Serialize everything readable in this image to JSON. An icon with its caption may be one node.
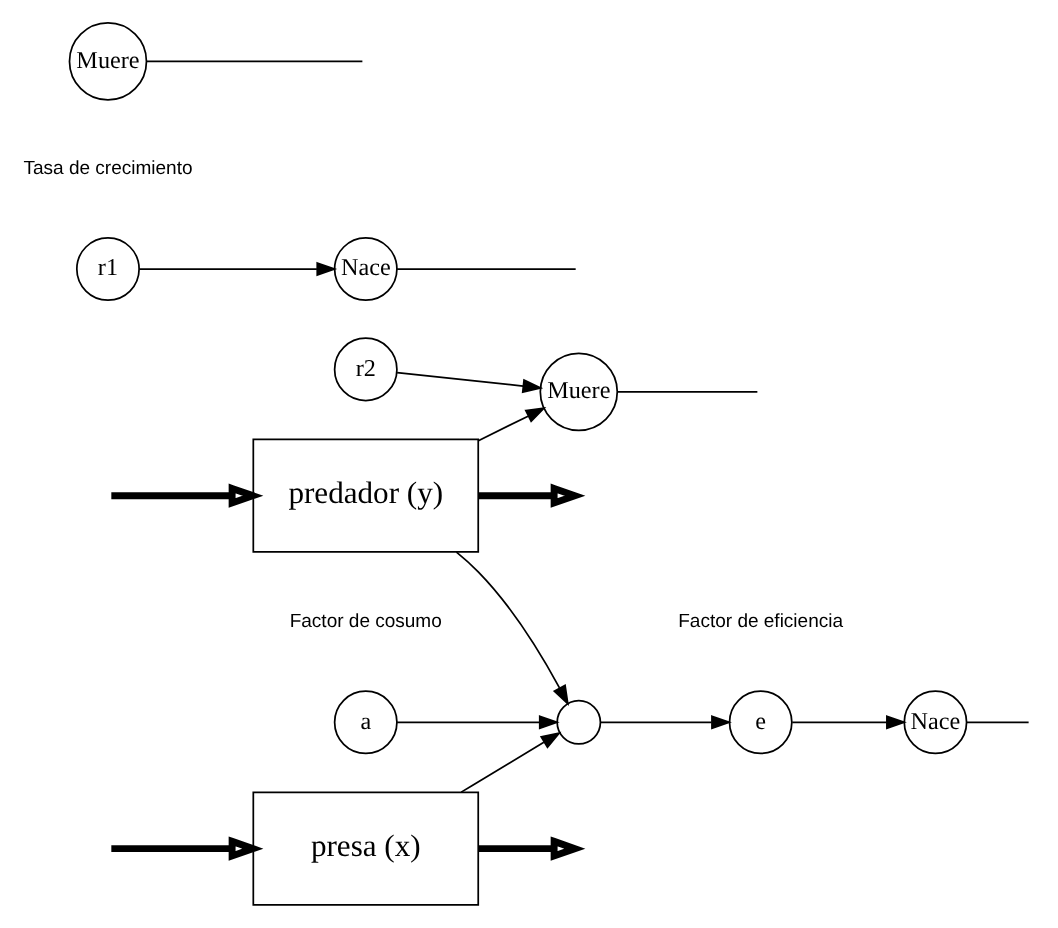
{
  "diagram": {
    "nodes": [
      {
        "text": [
          "presa (x)"
        ]
      },
      {
        "text": [
          "predador (y)"
        ]
      },
      {
        "text": [
          "Nace"
        ]
      },
      {
        "text": [
          "Muere"
        ]
      },
      {
        "text": [
          "r1"
        ],
        "beside": [
          "Tasa de crecimiento"
        ]
      },
      {
        "text": [
          "e"
        ],
        "beside": [
          "Factor de eficiencia"
        ]
      },
      {
        "text": [],
        "shape": "circle"
      },
      {
        "text": [
          "a"
        ],
        "beside": [
          "Factor de cosumo"
        ]
      },
      {
        "text": [
          "Nace"
        ]
      },
      {
        "text": [
          "Muere"
        ]
      },
      {
        "text": [
          "r2"
        ]
      }
    ],
    "edges": [
      {
        "from": null,
        "to": 0,
        "arrow": "to",
        "style": "thick"
      },
      {
        "from": 0,
        "to": null,
        "arrow": "to",
        "style": "thick"
      },
      {
        "from": 2,
        "to": null,
        "arrow": "none"
      },
      {
        "from": 3,
        "to": null,
        "arrow": "none"
      },
      {
        "from": 4,
        "to": 2,
        "arrow": "to"
      },
      {
        "from": 0,
        "to": 6,
        "arrow": "to"
      },
      {
        "from": 6,
        "to": 5,
        "arrow": "to"
      },
      {
        "from": 7,
        "to": 6,
        "arrow": "to"
      },
      {
        "from": 1,
        "to": 6,
        "arrow": "to"
      },
      {
        "from": 5,
        "to": 8,
        "arrow": "to"
      },
      {
        "from": null,
        "to": 1,
        "arrow": "to",
        "style": "thick"
      },
      {
        "from": 1,
        "to": null,
        "arrow": "to",
        "style": "thick"
      },
      {
        "from": 8,
        "to": null,
        "arrow": "none"
      },
      {
        "from": 9,
        "to": null,
        "arrow": "none"
      },
      {
        "from": 1,
        "to": 9,
        "arrow": "to"
      },
      {
        "from": 10,
        "to": 9,
        "arrow": "to"
      }
    ]
  }
}
